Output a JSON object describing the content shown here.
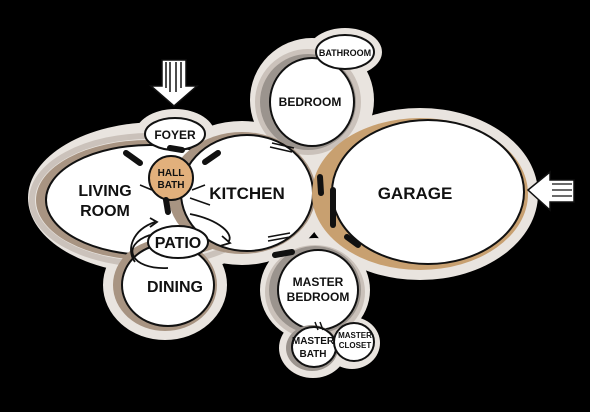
{
  "diagram": {
    "rooms": {
      "bathroom": "BATHROOM",
      "bedroom": "BEDROOM",
      "foyer": "FOYER",
      "hall_bath_1": "HALL",
      "hall_bath_2": "BATH",
      "living_1": "LIVING",
      "living_2": "ROOM",
      "kitchen": "KITCHEN",
      "garage": "GARAGE",
      "patio": "PATIO",
      "dining": "DINING",
      "master_bedroom_1": "MASTER",
      "master_bedroom_2": "BEDROOM",
      "master_bath_1": "MASTER",
      "master_bath_2": "BATH",
      "master_closet_1": "MASTER",
      "master_closet_2": "CLOSET"
    },
    "colors": {
      "background": "#000000",
      "bubble_fill": "#ffffff",
      "halo": "#e9e4df",
      "accent_tan": "#c8a070",
      "hall_bath_fill": "#e2b07c",
      "connector": "#111111"
    },
    "icons": [
      "entry-arrow-icon",
      "garage-entry-arrow-icon"
    ]
  }
}
